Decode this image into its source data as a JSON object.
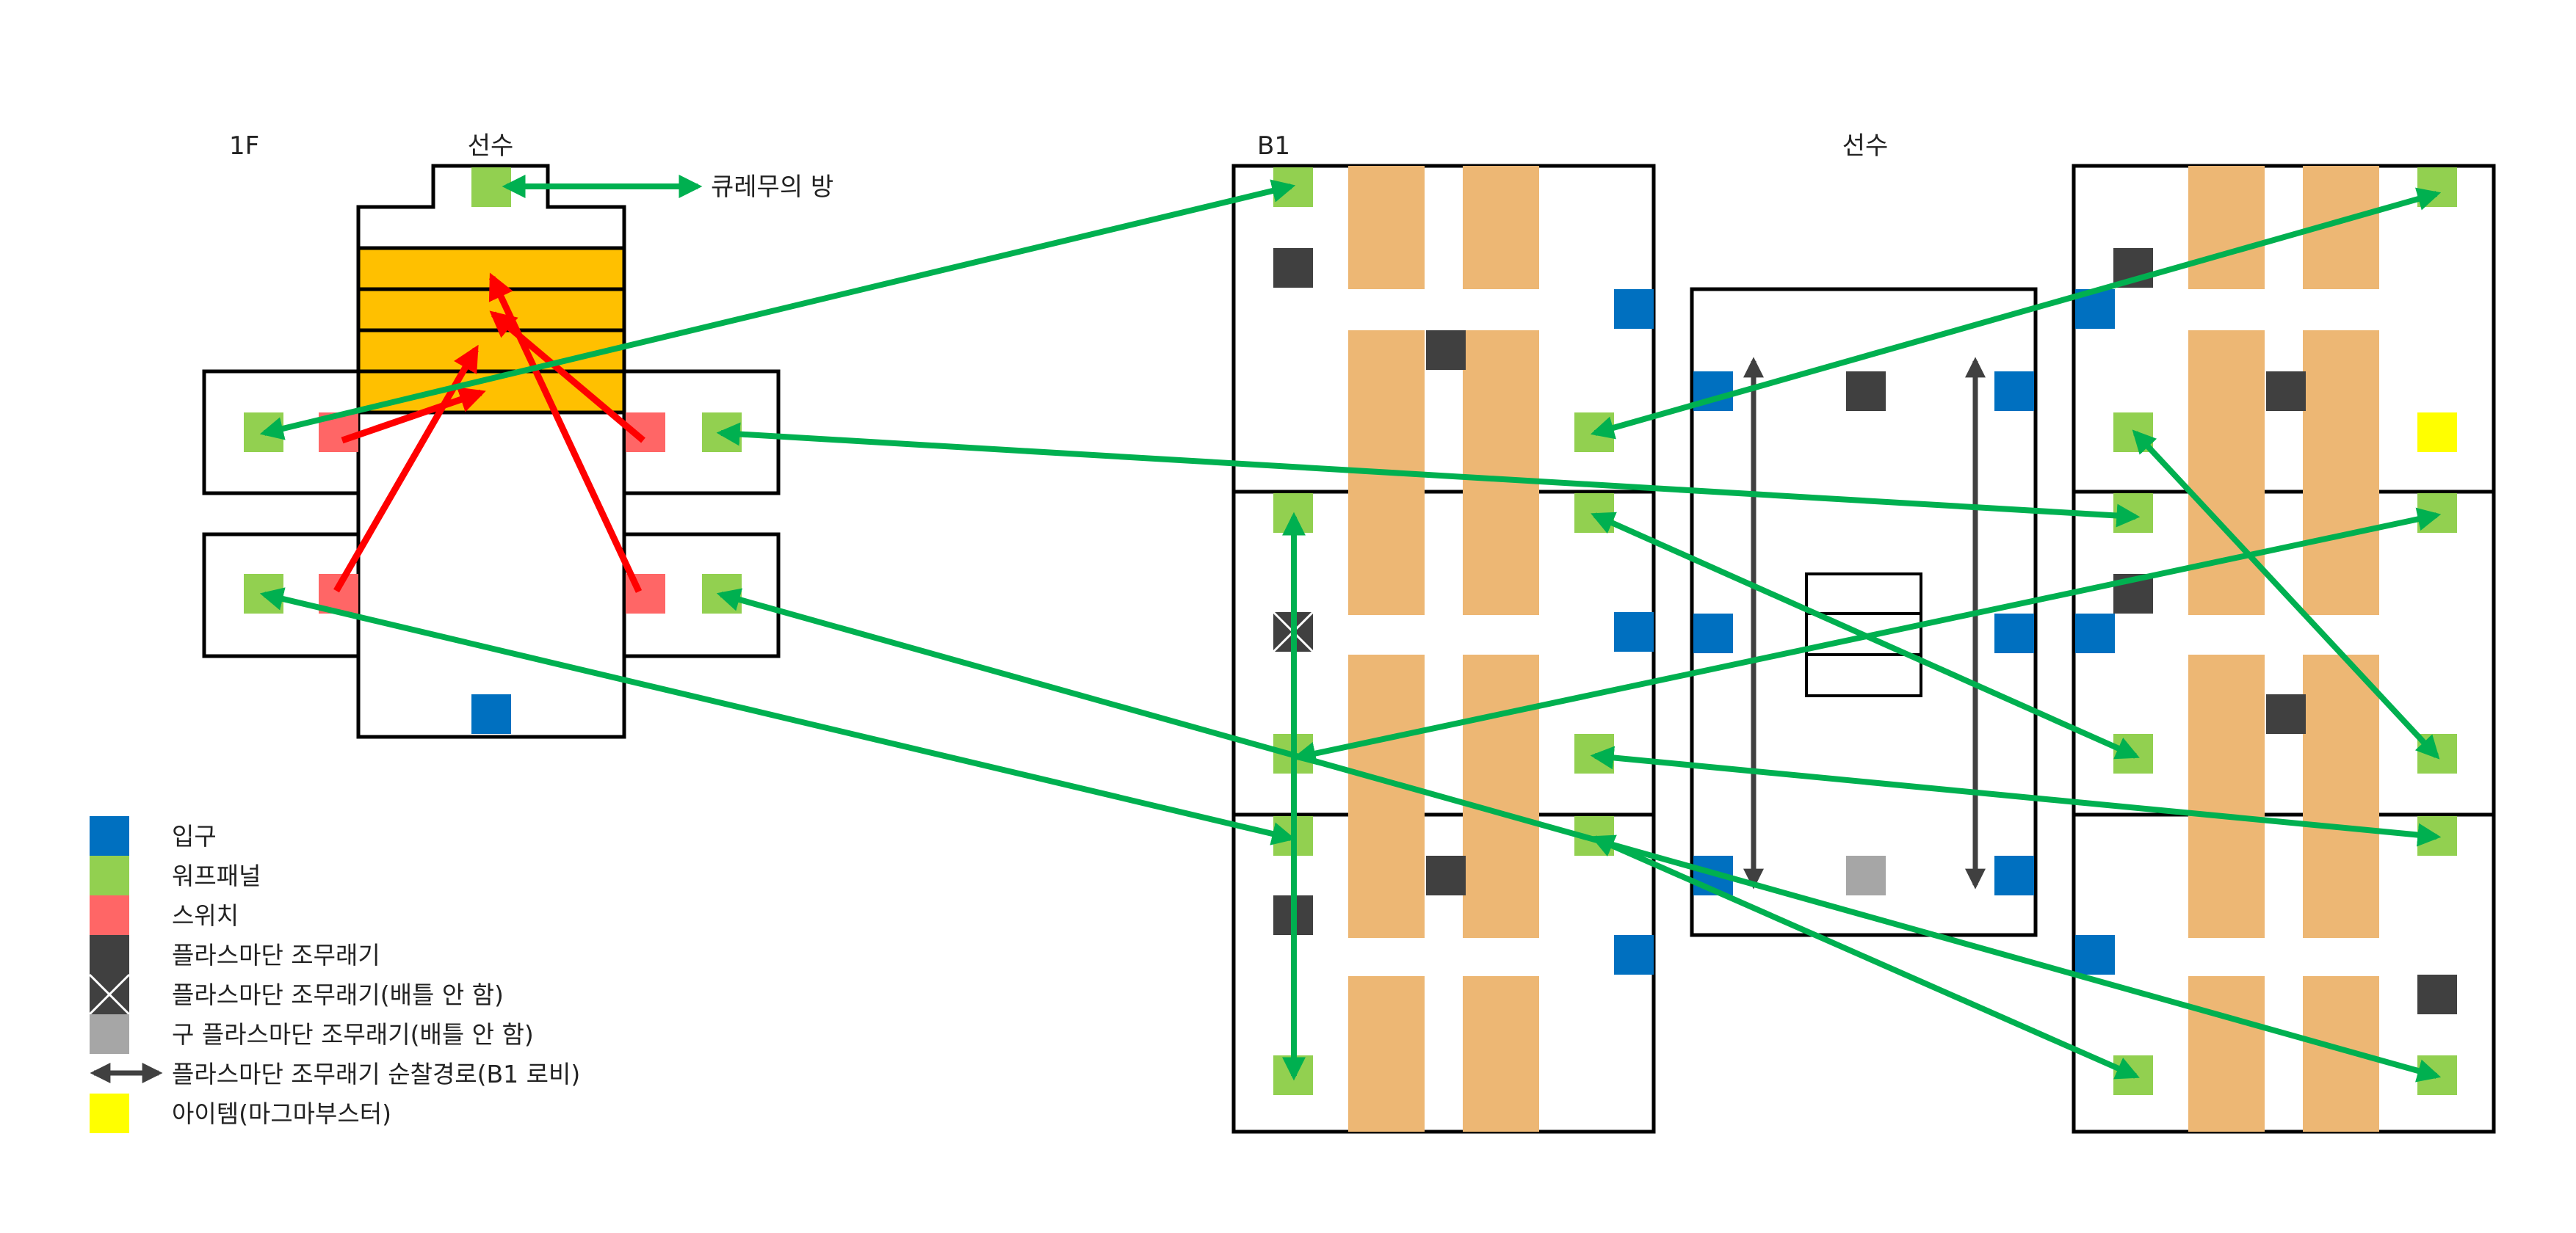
{
  "labels": {
    "floor_1f": "1F",
    "bow_1f": "선수",
    "crew_room": "큐레무의 방",
    "floor_b1": "B1",
    "bow_b1": "선수"
  },
  "legend": [
    {
      "key": "entrance",
      "label": "입구",
      "color": "#0070C0",
      "icon": "square"
    },
    {
      "key": "warp",
      "label": "워프패널",
      "color": "#92D050",
      "icon": "square"
    },
    {
      "key": "switch",
      "label": "스위치",
      "color": "#FF6666",
      "icon": "square"
    },
    {
      "key": "plasma",
      "label": "플라스마단 조무래기",
      "color": "#404040",
      "icon": "square"
    },
    {
      "key": "plasma_nobattle",
      "label": "플라스마단 조무래기(배틀 안 함)",
      "color": "#404040",
      "icon": "crossed-square"
    },
    {
      "key": "old_plasma",
      "label": "구 플라스마단 조무래기(배틀 안 함)",
      "color": "#A6A6A6",
      "icon": "square"
    },
    {
      "key": "patrol",
      "label": "플라스마단 조무래기 순찰경로(B1 로비)",
      "color": "#404040",
      "icon": "double-arrow"
    },
    {
      "key": "item",
      "label": "아이템(마그마부스터)",
      "color": "#FFFF00",
      "icon": "square"
    }
  ],
  "colors": {
    "entrance": "#0070C0",
    "warp": "#92D050",
    "switch": "#FF6666",
    "plasma": "#404040",
    "old_plasma": "#A6A6A6",
    "item": "#FFFF00",
    "stairs": "#FFC000",
    "bed": "#EDB774",
    "warp_link": "#00B050",
    "switch_link": "#FF0000",
    "outline": "#000000"
  }
}
